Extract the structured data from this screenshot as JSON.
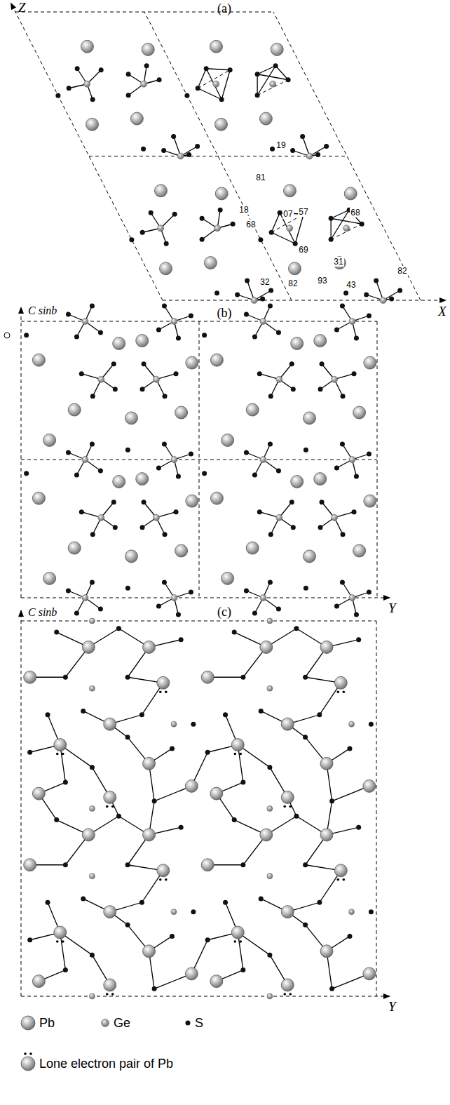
{
  "diagram": {
    "labels": [
      "(a)",
      "Z",
      "X",
      "81",
      "19",
      "18",
      "68",
      "07",
      "57",
      "68",
      "69",
      "31",
      "32",
      "93",
      "43",
      "82",
      "82",
      "(b)",
      "C sinb",
      "Y",
      "(c)",
      "C sinb",
      "Y"
    ],
    "legend": [
      {
        "text": "Pb"
      },
      {
        "text": "Ge"
      },
      {
        "text": "S"
      },
      {
        "text": "Lone electron pair of Pb"
      }
    ]
  }
}
